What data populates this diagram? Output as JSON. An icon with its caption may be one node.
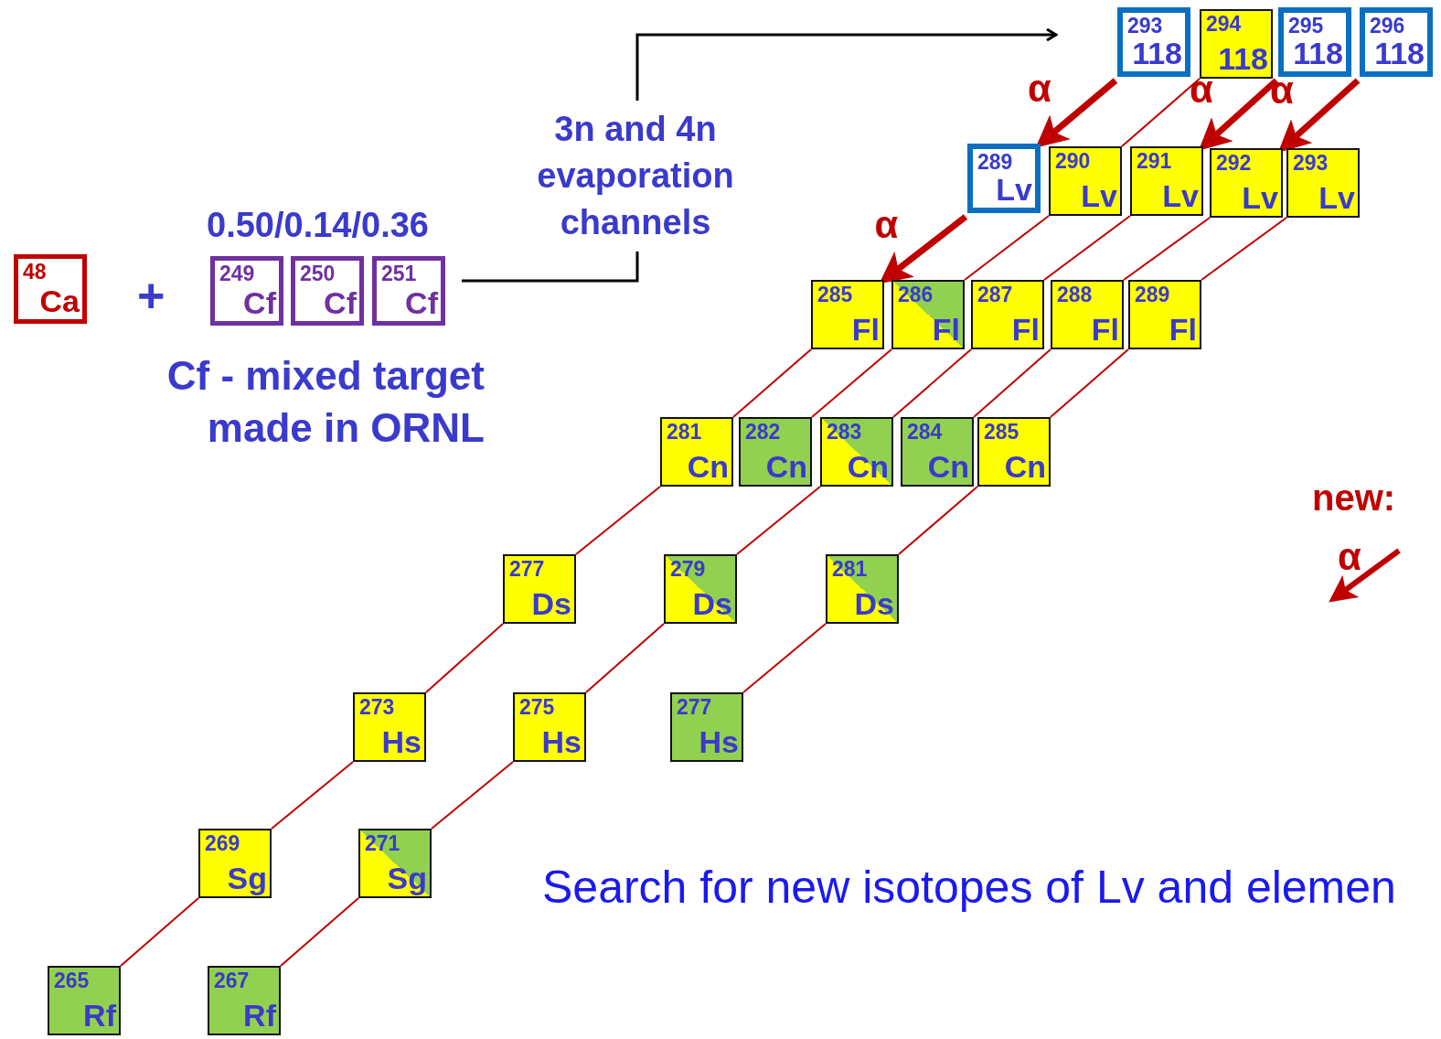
{
  "diagram": {
    "nodes": [
      {
        "text": [
          "48",
          "Ca"
        ]
      },
      {
        "text": [
          "249",
          "Cf"
        ]
      },
      {
        "text": [
          "250",
          "Cf"
        ]
      },
      {
        "text": [
          "251",
          "Cf"
        ]
      },
      {
        "text": [
          "293",
          "118"
        ]
      },
      {
        "text": [
          "294",
          "118"
        ]
      },
      {
        "text": [
          "295",
          "118"
        ]
      },
      {
        "text": [
          "296",
          "118"
        ]
      },
      {
        "text": [
          "289",
          "Lv"
        ]
      },
      {
        "text": [
          "290",
          "Lv"
        ]
      },
      {
        "text": [
          "291",
          "Lv"
        ]
      },
      {
        "text": [
          "292",
          "Lv"
        ]
      },
      {
        "text": [
          "293",
          "Lv"
        ]
      },
      {
        "text": [
          "285",
          "Fl"
        ]
      },
      {
        "text": [
          "286",
          "Fl"
        ]
      },
      {
        "text": [
          "287",
          "Fl"
        ]
      },
      {
        "text": [
          "288",
          "Fl"
        ]
      },
      {
        "text": [
          "289",
          "Fl"
        ]
      },
      {
        "text": [
          "281",
          "Cn"
        ]
      },
      {
        "text": [
          "282",
          "Cn"
        ]
      },
      {
        "text": [
          "283",
          "Cn"
        ]
      },
      {
        "text": [
          "284",
          "Cn"
        ]
      },
      {
        "text": [
          "285",
          "Cn"
        ]
      },
      {
        "text": [
          "277",
          "Ds"
        ]
      },
      {
        "text": [
          "279",
          "Ds"
        ]
      },
      {
        "text": [
          "281",
          "Ds"
        ]
      },
      {
        "text": [
          "273",
          "Hs"
        ]
      },
      {
        "text": [
          "275",
          "Hs"
        ]
      },
      {
        "text": [
          "277",
          "Hs"
        ]
      },
      {
        "text": [
          "269",
          "Sg"
        ]
      },
      {
        "text": [
          "271",
          "Sg"
        ]
      },
      {
        "text": [
          "265",
          "Rf"
        ]
      },
      {
        "text": [
          "267",
          "Rf"
        ]
      }
    ],
    "edges": [
      {
        "from": 3,
        "to": null,
        "arrow": "to",
        "label": "3n and 4n evaporation channels",
        "color": "#000000"
      },
      {
        "from": 4,
        "to": 8,
        "arrow": "to",
        "label": "α",
        "style": "thick"
      },
      {
        "from": 5,
        "to": 9,
        "arrow": "none"
      },
      {
        "from": 6,
        "to": 10,
        "arrow": "to",
        "label": "α",
        "style": "thick"
      },
      {
        "from": 7,
        "to": 11,
        "arrow": "to",
        "label": "α",
        "style": "thick"
      },
      {
        "from": 8,
        "to": 13,
        "arrow": "to",
        "label": "α",
        "style": "thick"
      },
      {
        "from": 9,
        "to": 14,
        "arrow": "none"
      },
      {
        "from": 10,
        "to": 15,
        "arrow": "none"
      },
      {
        "from": 11,
        "to": 16,
        "arrow": "none"
      },
      {
        "from": 12,
        "to": 17,
        "arrow": "none"
      },
      {
        "from": 13,
        "to": 18,
        "arrow": "none"
      },
      {
        "from": 14,
        "to": 19,
        "arrow": "none"
      },
      {
        "from": 15,
        "to": 20,
        "arrow": "none"
      },
      {
        "from": 16,
        "to": 21,
        "arrow": "none"
      },
      {
        "from": 17,
        "to": 22,
        "arrow": "none"
      },
      {
        "from": 18,
        "to": 23,
        "arrow": "none"
      },
      {
        "from": 20,
        "to": 24,
        "arrow": "none"
      },
      {
        "from": 22,
        "to": 25,
        "arrow": "none"
      },
      {
        "from": 23,
        "to": 26,
        "arrow": "none"
      },
      {
        "from": 24,
        "to": 27,
        "arrow": "none"
      },
      {
        "from": 25,
        "to": 28,
        "arrow": "none"
      },
      {
        "from": 26,
        "to": 29,
        "arrow": "none"
      },
      {
        "from": 27,
        "to": 30,
        "arrow": "none"
      },
      {
        "from": 29,
        "to": 31,
        "arrow": "none"
      },
      {
        "from": 30,
        "to": 32,
        "arrow": "none"
      }
    ],
    "labels": [
      "+",
      "0.50/0.14/0.36",
      "Cf - mixed target made in ORNL",
      "α",
      "Search for new isotopes of Lv and elemen"
    ],
    "legend": [
      {
        "text": "new:"
      }
    ]
  }
}
